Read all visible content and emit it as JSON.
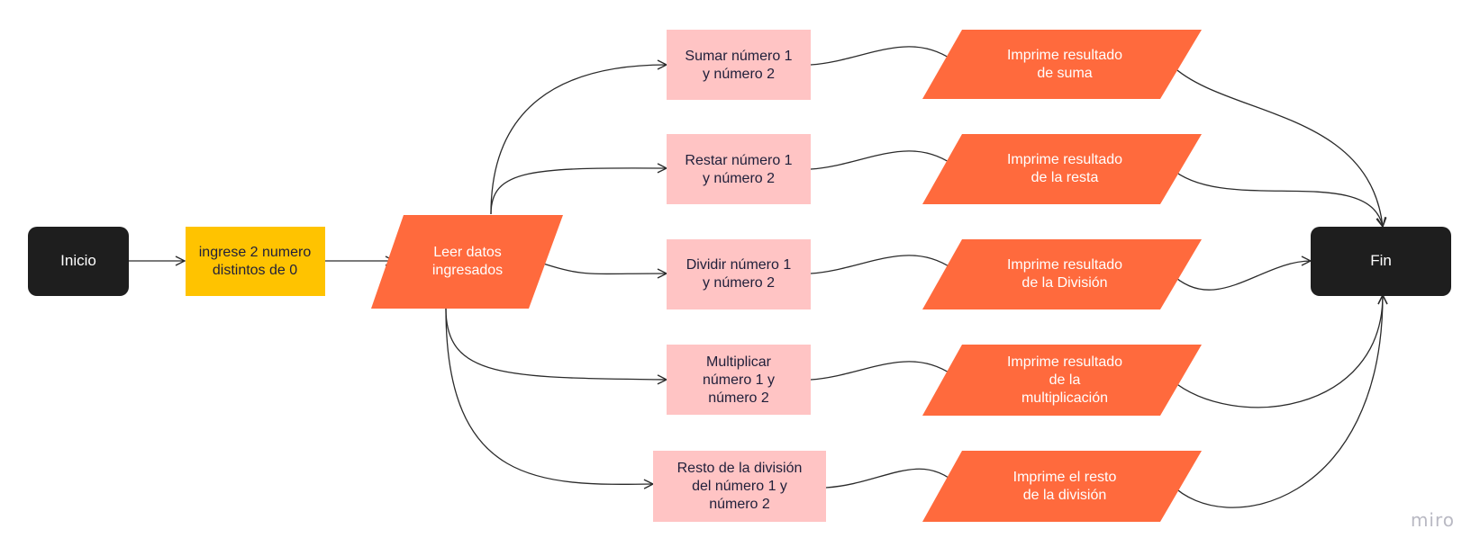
{
  "nodes": {
    "inicio": {
      "lines": [
        "Inicio"
      ]
    },
    "ingrese": {
      "lines": [
        "ingrese 2 numero",
        "distintos de 0"
      ]
    },
    "leer": {
      "lines": [
        "Leer datos",
        "ingresados"
      ]
    },
    "sumar": {
      "lines": [
        "Sumar número 1",
        "y número 2"
      ]
    },
    "restar": {
      "lines": [
        "Restar número 1",
        "y número 2"
      ]
    },
    "dividir": {
      "lines": [
        "Dividir número 1",
        "y número 2"
      ]
    },
    "multiplicar": {
      "lines": [
        "Multiplicar",
        "número 1 y",
        "número 2"
      ]
    },
    "resto": {
      "lines": [
        "Resto de la división",
        "del número 1 y",
        "número 2"
      ]
    },
    "imp_suma": {
      "lines": [
        "Imprime resultado",
        "de suma"
      ]
    },
    "imp_resta": {
      "lines": [
        "Imprime resultado",
        "de la resta"
      ]
    },
    "imp_division": {
      "lines": [
        "Imprime resultado",
        "de la División"
      ]
    },
    "imp_mult": {
      "lines": [
        "Imprime resultado",
        "de la",
        "multiplicación"
      ]
    },
    "imp_resto": {
      "lines": [
        "Imprime el resto",
        "de la división"
      ]
    },
    "fin": {
      "lines": [
        "Fin"
      ]
    }
  },
  "colors": {
    "terminal": "#1e1e1e",
    "input": "#ffc300",
    "io": "#ff6a3d",
    "process": "#ffc4c4",
    "edge": "#2b2b2b"
  },
  "watermark": "miro"
}
